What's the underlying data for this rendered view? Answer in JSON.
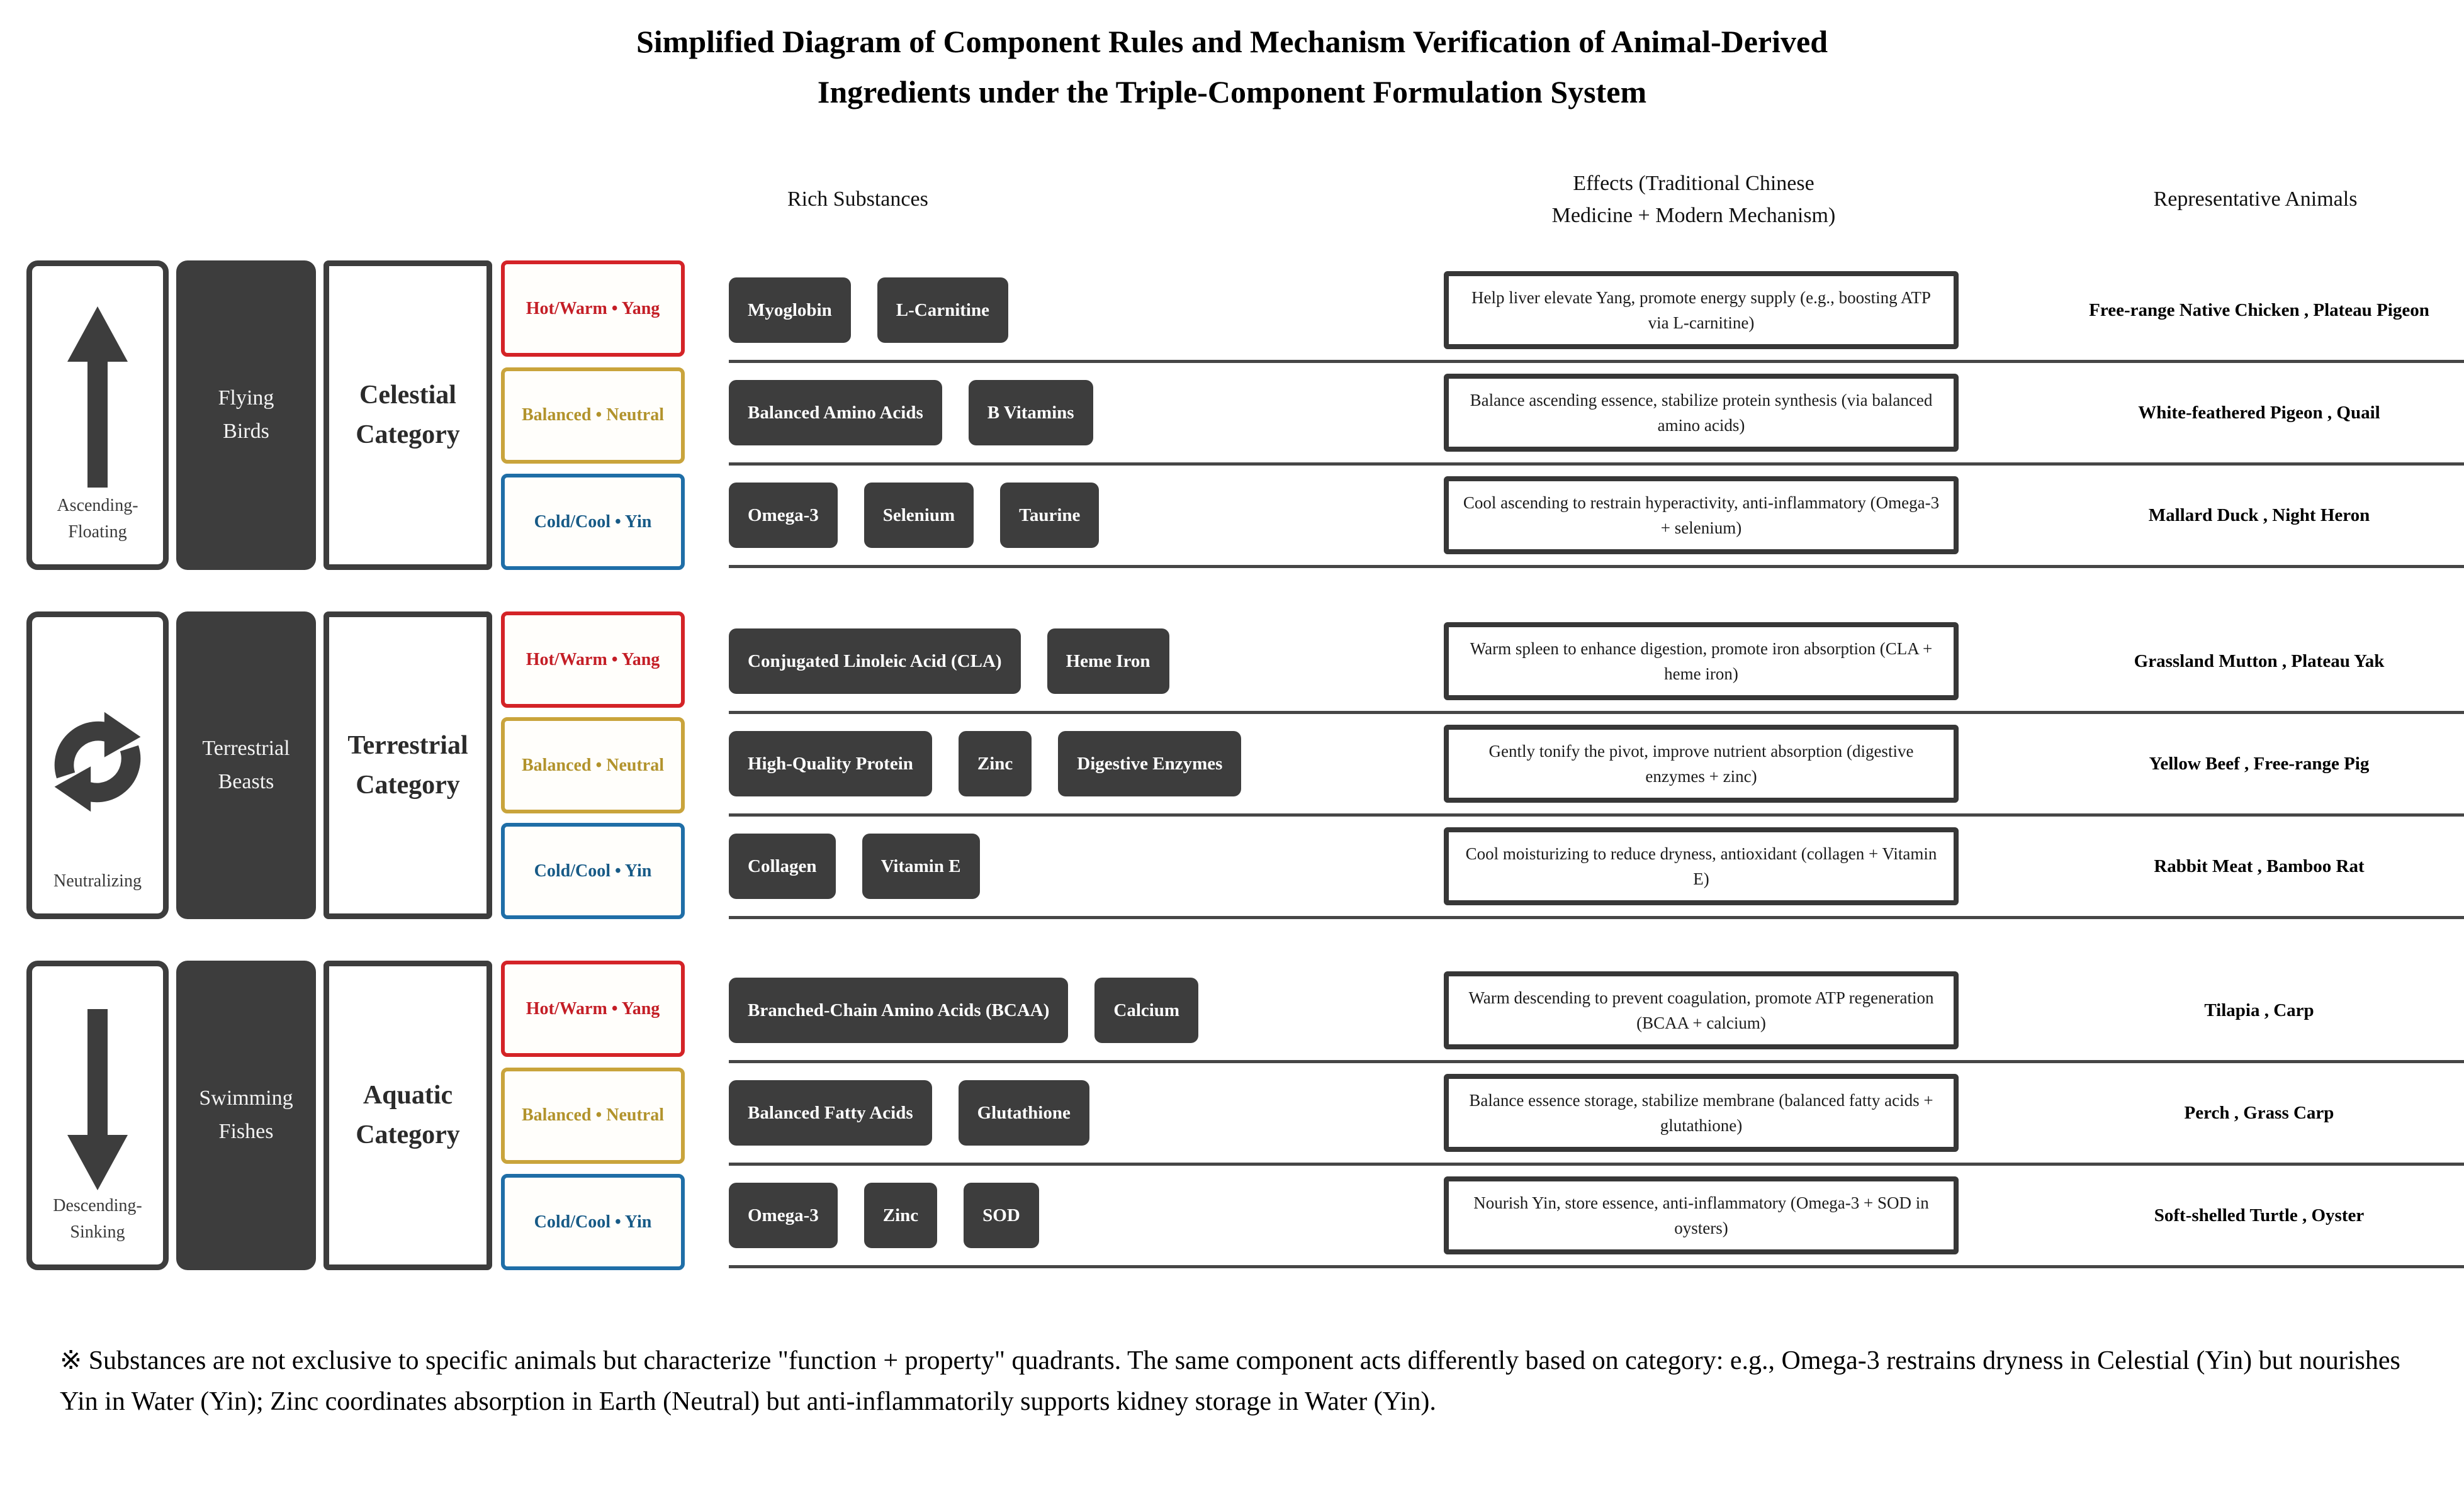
{
  "title": {
    "line1": "Simplified Diagram of Component Rules and Mechanism Verification of Animal-Derived",
    "line2": "Ingredients under the Triple-Component Formulation System"
  },
  "column_headers": {
    "substances": "Rich Substances",
    "effects": "Effects (Traditional Chinese\nMedicine + Modern Mechanism)",
    "animals": "Representative Animals"
  },
  "properties": [
    {
      "label": "Hot/Warm • Yang",
      "text_color": "#c41e26",
      "border_color": "#d42327"
    },
    {
      "label": "Balanced • Neutral",
      "text_color": "#b2932c",
      "border_color": "#c9a43c"
    },
    {
      "label": "Cold/Cool • Yin",
      "text_color": "#175a86",
      "border_color": "#1f6ea7"
    }
  ],
  "colors": {
    "charcoal": "#3d3d3d",
    "divider": "#464646",
    "effect_border": "#373737"
  },
  "sections": [
    {
      "motion": {
        "icon": "arrow-up",
        "label": "Ascending-\nFloating"
      },
      "group": "Flying\nBirds",
      "category": "Celestial\nCategory",
      "rows": [
        {
          "substances": [
            "Myoglobin",
            "L-Carnitine"
          ],
          "effect": "Help liver elevate Yang, promote energy supply (e.g., boosting ATP via L-carnitine)",
          "animals": "Free-range Native Chicken , Plateau Pigeon"
        },
        {
          "substances": [
            "Balanced Amino Acids",
            "B Vitamins"
          ],
          "effect": "Balance ascending essence, stabilize protein synthesis (via balanced amino acids)",
          "animals": "White-feathered Pigeon ,  Quail"
        },
        {
          "substances": [
            "Omega-3",
            "Selenium",
            "Taurine"
          ],
          "effect": "Cool ascending to restrain hyperactivity, anti-inflammatory (Omega-3 + selenium)",
          "animals": "Mallard Duck , Night Heron"
        }
      ]
    },
    {
      "motion": {
        "icon": "cycle",
        "label": "Neutralizing"
      },
      "group": "Terrestrial\nBeasts",
      "category": "Terrestrial\nCategory",
      "rows": [
        {
          "substances": [
            "Conjugated Linoleic Acid (CLA)",
            "Heme Iron"
          ],
          "effect": "Warm spleen to enhance digestion, promote iron absorption (CLA + heme iron)",
          "animals": "Grassland Mutton , Plateau Yak"
        },
        {
          "substances": [
            "High-Quality Protein",
            "Zinc",
            "Digestive Enzymes"
          ],
          "effect": "Gently tonify the pivot, improve nutrient absorption (digestive enzymes + zinc)",
          "animals": "Yellow Beef , Free-range Pig"
        },
        {
          "substances": [
            "Collagen",
            "Vitamin E"
          ],
          "effect": "Cool moisturizing to reduce dryness, antioxidant (collagen + Vitamin E)",
          "animals": "Rabbit Meat , Bamboo Rat"
        }
      ]
    },
    {
      "motion": {
        "icon": "arrow-down",
        "label": "Descending-\nSinking"
      },
      "group": "Swimming\nFishes",
      "category": "Aquatic\nCategory",
      "rows": [
        {
          "substances": [
            "Branched-Chain Amino Acids (BCAA)",
            "Calcium"
          ],
          "effect": "Warm descending to prevent coagulation, promote ATP regeneration (BCAA + calcium)",
          "animals": "Tilapia , Carp"
        },
        {
          "substances": [
            "Balanced Fatty Acids",
            "Glutathione"
          ],
          "effect": "Balance essence storage, stabilize membrane (balanced fatty acids + glutathione)",
          "animals": "Perch , Grass Carp"
        },
        {
          "substances": [
            "Omega-3",
            "Zinc",
            "SOD"
          ],
          "effect": "Nourish Yin, store essence, anti-inflammatory (Omega-3 + SOD in oysters)",
          "animals": "Soft-shelled Turtle , Oyster"
        }
      ]
    }
  ],
  "footnote": "※ Substances are not exclusive to specific animals but characterize \"function + property\" quadrants. The same component acts differently based on category: e.g., Omega-3 restrains dryness in Celestial (Yin) but nourishes Yin in Water (Yin); Zinc coordinates absorption in Earth (Neutral) but anti-inflammatorily supports kidney storage in Water (Yin)."
}
